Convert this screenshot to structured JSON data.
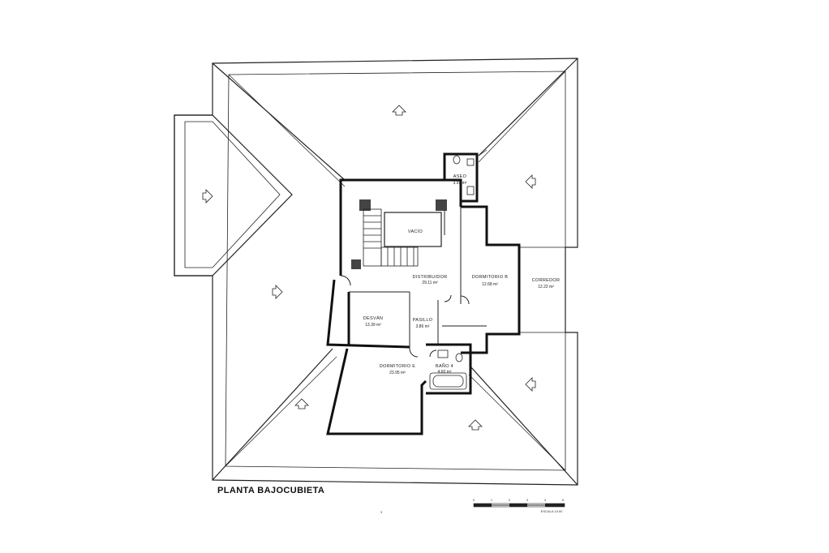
{
  "plan_title": "PLANTA BAJOCUBIETA",
  "page_number": "3",
  "scale": {
    "label": "ESCALA 1/100",
    "ticks": [
      "0",
      "1",
      "2",
      "3",
      "4",
      "5"
    ]
  },
  "rooms": {
    "aseo": {
      "name": "ASEO",
      "area": "3.59 m²"
    },
    "vacio": {
      "name": "VACÍO"
    },
    "distribuidor": {
      "name": "DISTRIBUIDOR",
      "area": "29.11 m²"
    },
    "dormitorio_b": {
      "name": "DORMITORIO B",
      "area": "12.68 m²"
    },
    "corredor": {
      "name": "CORREDOR",
      "area": "12.22 m²"
    },
    "desvan": {
      "name": "DESVÁN",
      "area": "13.39 m²"
    },
    "pasillo": {
      "name": "PASILLO",
      "area": "3.86 m²"
    },
    "dormitorio_e": {
      "name": "DORMITORIO E",
      "area": "23.95 m²"
    },
    "bano": {
      "name": "BAÑO 4",
      "area": "4.60 m²"
    }
  },
  "icons": {
    "roof_slope_arrow": "slope-arrow-icon",
    "toilet": "toilet-icon",
    "sink": "sink-icon",
    "bathtub": "bathtub-icon",
    "stair": "stair-icon"
  }
}
